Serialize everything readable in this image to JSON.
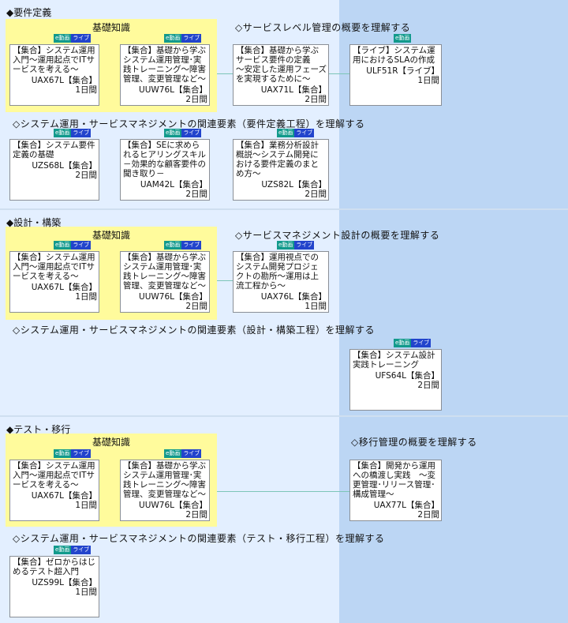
{
  "colors": {
    "left_bg": "#e3efff",
    "right_bg": "#bcd6f4",
    "highlight": "#fffb9c",
    "badge_video": "#129a8c",
    "badge_live": "#2244cc"
  },
  "badges": {
    "video": "e動画",
    "live": "ライブ"
  },
  "sections": [
    {
      "title": "◆要件定義",
      "basic_label": "基礎知識",
      "goal": "◇サービスレベル管理の概要を理解する",
      "related": "◇システム運用・サービスマネジメントの関連要素（要件定義工程）を理解する",
      "cards": [
        {
          "title": "【集合】システム運用入門～運用起点でITサービスを考える～",
          "code": "UAX67L【集合】",
          "days": "1日間",
          "badges": [
            "video",
            "live"
          ]
        },
        {
          "title": "【集合】基礎から学ぶシステム運用管理･実践トレーニング～障害管理、変更管理など～",
          "code": "UUW76L【集合】",
          "days": "2日間",
          "badges": [
            "video",
            "live"
          ]
        },
        {
          "title": "【集合】基礎から学ぶサービス要件の定義　～安定した運用フェーズを実現するために～",
          "code": "UAX71L【集合】",
          "days": "2日間",
          "badges": []
        },
        {
          "title": "【ライブ】システム運用におけるSLAの作成",
          "code": "ULF51R【ライブ】",
          "days": "1日間",
          "badges": [
            "video"
          ]
        },
        {
          "title": "【集合】システム要件定義の基礎",
          "code": "UZS68L【集合】",
          "days": "2日間",
          "badges": [
            "video",
            "live"
          ]
        },
        {
          "title": "【集合】SEに求められるヒアリングスキル－効果的な顧客要件の聞き取り－",
          "code": "UAM42L【集合】",
          "days": "2日間",
          "badges": [
            "video",
            "live"
          ]
        },
        {
          "title": "【集合】業務分析設計概説～システム開発における要件定義のまとめ方～",
          "code": "UZS82L【集合】",
          "days": "2日間",
          "badges": [
            "video",
            "live"
          ]
        }
      ]
    },
    {
      "title": "◆設計・構築",
      "basic_label": "基礎知識",
      "goal": "◇サービスマネジメント設計の概要を理解する",
      "related": "◇システム運用・サービスマネジメントの関連要素（設計・構築工程）を理解する",
      "cards": [
        {
          "title": "【集合】システム運用入門～運用起点でITサービスを考える～",
          "code": "UAX67L【集合】",
          "days": "1日間",
          "badges": [
            "video",
            "live"
          ]
        },
        {
          "title": "【集合】基礎から学ぶシステム運用管理･実践トレーニング～障害管理、変更管理など～",
          "code": "UUW76L【集合】",
          "days": "2日間",
          "badges": [
            "video",
            "live"
          ]
        },
        {
          "title": "【集合】運用視点でのシステム開発プロジェクトの勘所～運用は上流工程から～",
          "code": "UAX76L【集合】",
          "days": "1日間",
          "badges": [
            "video",
            "live"
          ]
        },
        {
          "title": "【集合】システム設計 実践トレーニング",
          "code": "UFS64L【集合】",
          "days": "2日間",
          "badges": [
            "video",
            "live"
          ]
        }
      ]
    },
    {
      "title": "◆テスト・移行",
      "basic_label": "基礎知識",
      "goal": "◇移行管理の概要を理解する",
      "related": "◇システム運用・サービスマネジメントの関連要素（テスト・移行工程）を理解する",
      "cards": [
        {
          "title": "【集合】システム運用入門～運用起点でITサービスを考える～",
          "code": "UAX67L【集合】",
          "days": "1日間",
          "badges": [
            "video",
            "live"
          ]
        },
        {
          "title": "【集合】基礎から学ぶシステム運用管理･実践トレーニング～障害管理、変更管理など～",
          "code": "UUW76L【集合】",
          "days": "2日間",
          "badges": [
            "video",
            "live"
          ]
        },
        {
          "title": "【集合】開発から運用への橋渡し実践　～変更管理･リリース管理･構成管理～",
          "code": "UAX77L【集合】",
          "days": "2日間",
          "badges": []
        },
        {
          "title": "【集合】ゼロからはじめるテスト超入門",
          "code": "UZS99L【集合】",
          "days": "1日間",
          "badges": [
            "video",
            "live"
          ]
        }
      ]
    }
  ]
}
